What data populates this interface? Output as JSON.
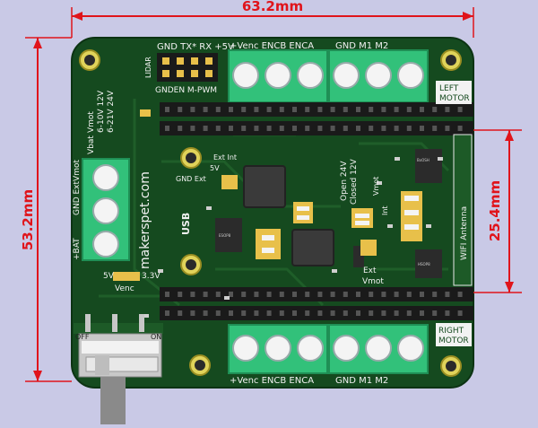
{
  "dimensions": {
    "width_top": "63.2mm",
    "height_left": "53.2mm",
    "height_right": "25.4mm"
  },
  "header_labels": {
    "top_left": "GND TX* RX +5V",
    "top_enc": "+Venc  ENCB  ENCA",
    "top_motor": "GND    M1     M2",
    "bottom_enc": "+Venc ENCB  ENCA",
    "bottom_motor": "GND    M1     M2",
    "lidar": "LIDAR",
    "lidar_bottom": "GNDEN M-PWM",
    "left_motor_1": "LEFT",
    "left_motor_2": "MOTOR",
    "right_motor_1": "RIGHT",
    "right_motor_2": "MOTOR"
  },
  "silkscreen": {
    "vmot": "Vmot",
    "v_range_1": "6-10V 12V",
    "v_range_2": "6-21V 24V",
    "vbat": "Vbat",
    "gnd_extvmot": "GND ExtVmot",
    "plus_bat": "+BAT",
    "website": "makerspet.com",
    "usb": "USB",
    "gnd_ext": "GND Ext",
    "ext_int": "Ext Int",
    "five_v": "5V",
    "five_v_bottom": "5V",
    "three_v": "3.3V",
    "venc": "Venc",
    "open_24v": "Open 24V",
    "closed_12v": "Closed 12V",
    "int": "Int",
    "vmot_mid": "Vmot",
    "ext": "Ext",
    "vmot_ext": "Vmot",
    "wifi": "WIFI Antenna",
    "off": "OFF",
    "on": "ON",
    "ic_small_1": "ESOP8",
    "ic_small_2": "BxOSH",
    "ic_small_3": "HSOP8"
  },
  "colors": {
    "pcb": "#154a1f",
    "terminal": "#32c17a",
    "dimension": "#e0141b",
    "background": "#c9c9e6"
  }
}
